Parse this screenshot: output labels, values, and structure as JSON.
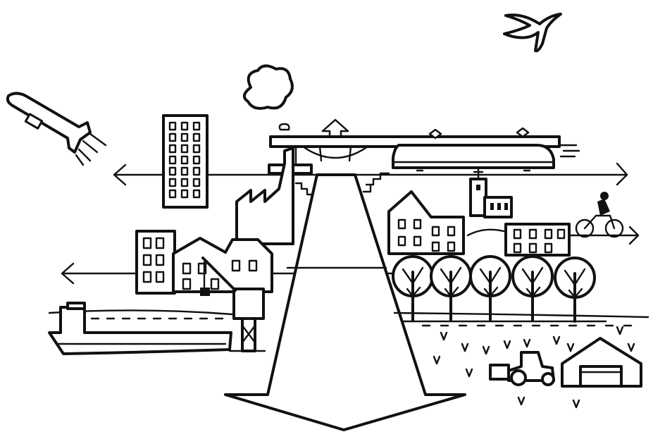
{
  "illustration": {
    "style": "black-ink line drawing on white",
    "colors": {
      "ink": "#111111",
      "paper": "#ffffff"
    },
    "elements": [
      "airplane-icon",
      "bird-icon",
      "cloud-icon",
      "tower-block",
      "factory",
      "bridge",
      "train",
      "church",
      "cyclist-icon",
      "houses",
      "crane",
      "cargo-ship",
      "trees",
      "tractor-icon",
      "barn",
      "central-arrow"
    ]
  }
}
